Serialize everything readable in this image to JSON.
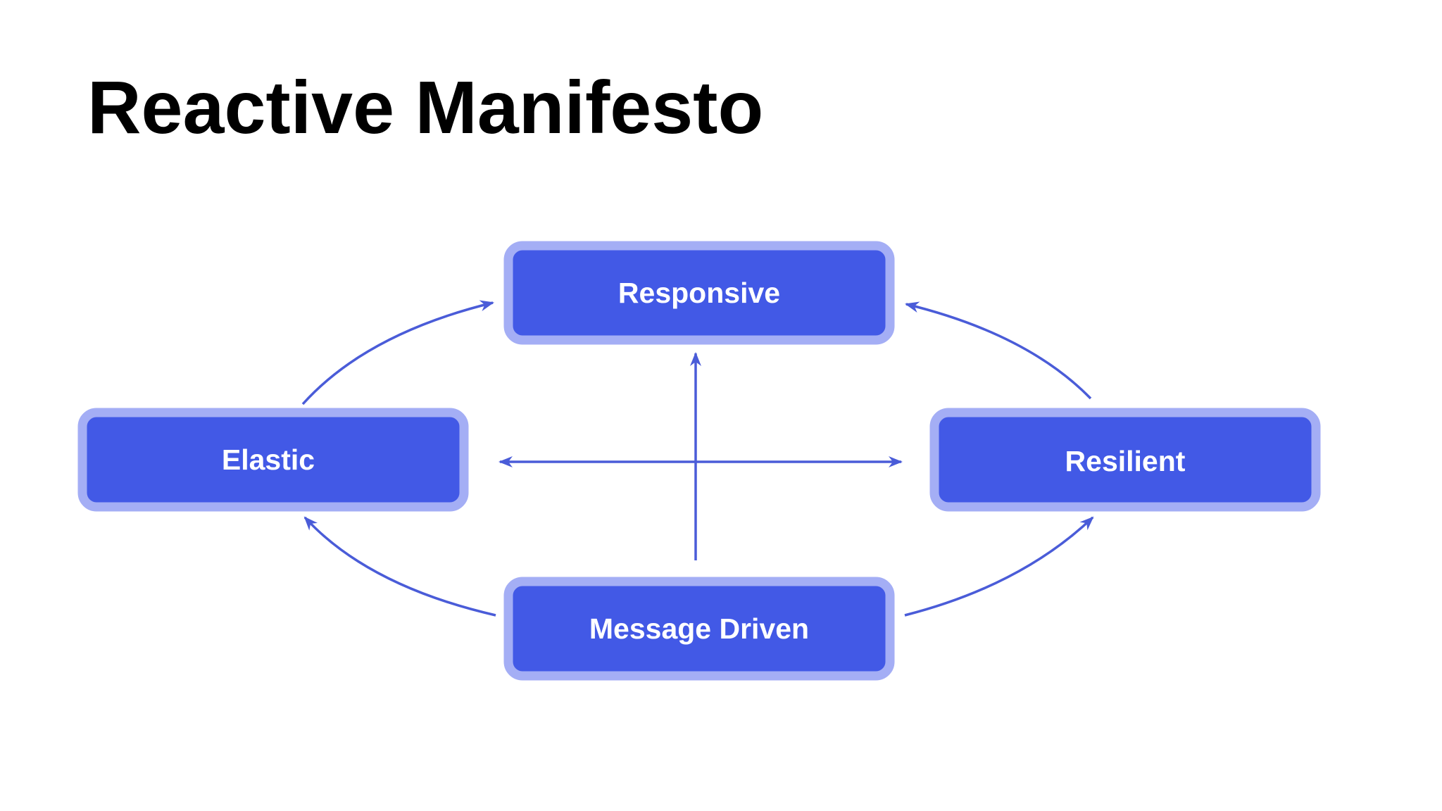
{
  "title": "Reactive Manifesto",
  "colors": {
    "box_fill": "#4259e6",
    "box_border": "#a4aef5",
    "arrow": "#4a5cd8",
    "title_text": "#000000"
  },
  "nodes": {
    "responsive": {
      "label": "Responsive"
    },
    "elastic": {
      "label": "Elastic"
    },
    "resilient": {
      "label": "Resilient"
    },
    "message_driven": {
      "label": "Message Driven"
    }
  },
  "edges": [
    {
      "from": "message_driven",
      "to": "responsive"
    },
    {
      "from": "elastic",
      "to": "resilient",
      "bidirectional": true
    },
    {
      "from": "elastic",
      "to": "responsive"
    },
    {
      "from": "resilient",
      "to": "responsive"
    },
    {
      "from": "message_driven",
      "to": "elastic"
    },
    {
      "from": "message_driven",
      "to": "resilient"
    }
  ]
}
